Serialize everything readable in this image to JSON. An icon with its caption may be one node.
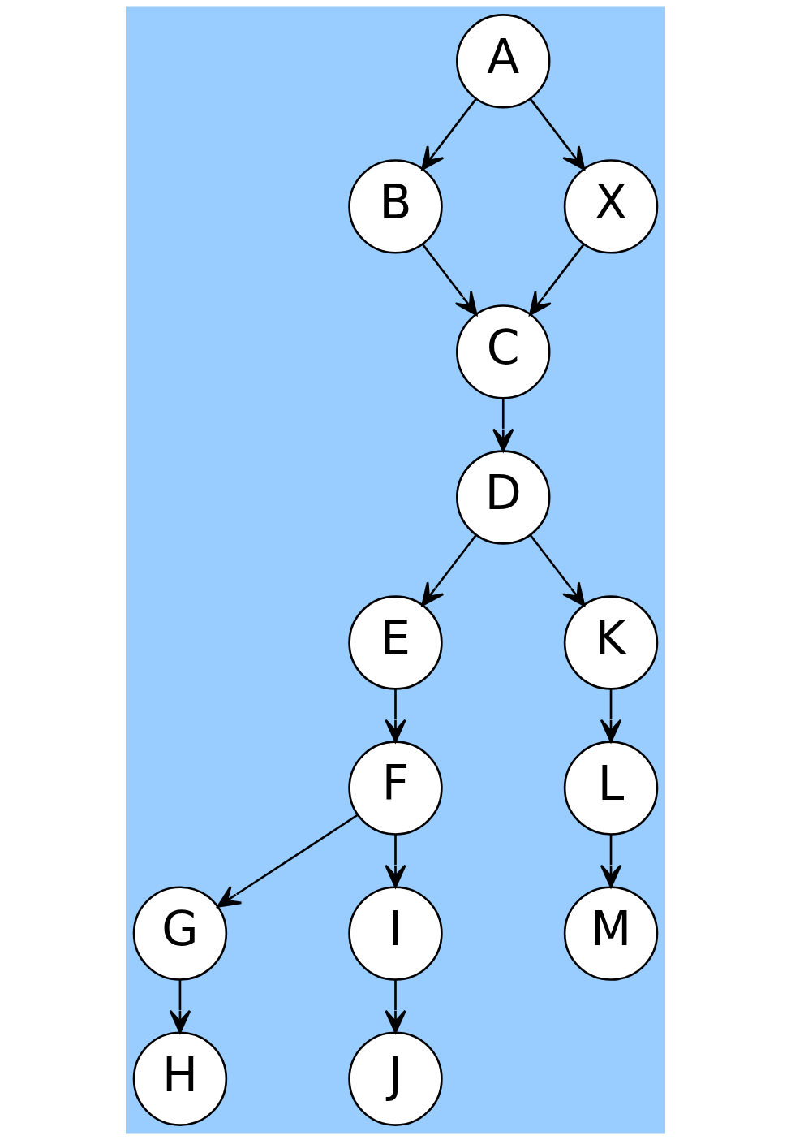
{
  "diagram": {
    "nodes": [
      {
        "text": [
          "A"
        ]
      },
      {
        "text": [
          "B"
        ]
      },
      {
        "text": [
          "X"
        ]
      },
      {
        "text": [
          "C"
        ]
      },
      {
        "text": [
          "D"
        ]
      },
      {
        "text": [
          "E"
        ]
      },
      {
        "text": [
          "K"
        ]
      },
      {
        "text": [
          "F"
        ]
      },
      {
        "text": [
          "L"
        ]
      },
      {
        "text": [
          "G"
        ]
      },
      {
        "text": [
          "I"
        ]
      },
      {
        "text": [
          "M"
        ]
      },
      {
        "text": [
          "H"
        ]
      },
      {
        "text": [
          "J"
        ]
      }
    ],
    "edges": [
      {
        "from": 0,
        "to": 1,
        "arrow": "to"
      },
      {
        "from": 0,
        "to": 2,
        "arrow": "to"
      },
      {
        "from": 1,
        "to": 3,
        "arrow": "to"
      },
      {
        "from": 2,
        "to": 3,
        "arrow": "to"
      },
      {
        "from": 3,
        "to": 4,
        "arrow": "to"
      },
      {
        "from": 4,
        "to": 5,
        "arrow": "to"
      },
      {
        "from": 4,
        "to": 6,
        "arrow": "to"
      },
      {
        "from": 5,
        "to": 7,
        "arrow": "to"
      },
      {
        "from": 7,
        "to": 9,
        "arrow": "to"
      },
      {
        "from": 7,
        "to": 10,
        "arrow": "to"
      },
      {
        "from": 6,
        "to": 8,
        "arrow": "to"
      },
      {
        "from": 8,
        "to": 11,
        "arrow": "to"
      },
      {
        "from": 9,
        "to": 12,
        "arrow": "to"
      },
      {
        "from": 10,
        "to": 13,
        "arrow": "to"
      }
    ]
  }
}
